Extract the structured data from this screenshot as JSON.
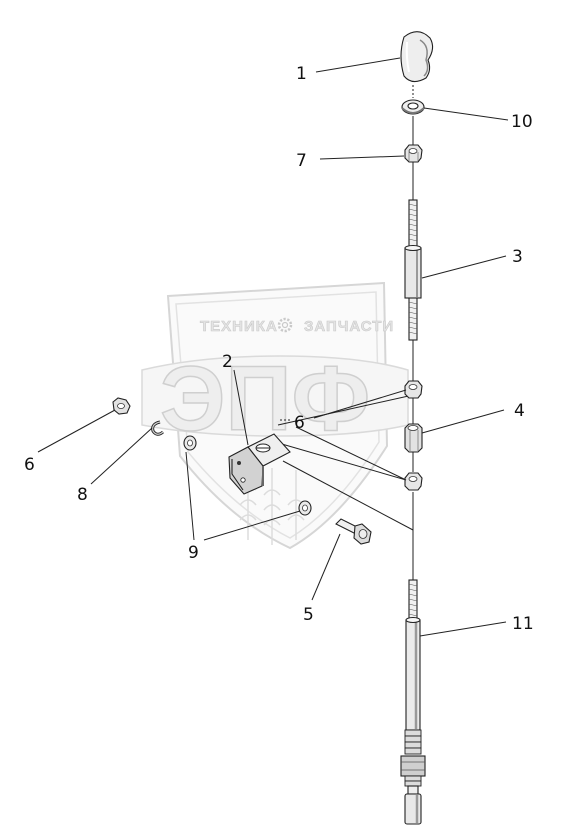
{
  "watermark": {
    "line1_left": "ТЕХНИКА",
    "line1_right": "ЗАПЧАСТИ",
    "logo_letters": "ЭПФ",
    "gear_icon": "gear-icon"
  },
  "callouts": {
    "c1": "1",
    "c10": "10",
    "c7": "7",
    "c3": "3",
    "c2": "2",
    "c6a": "6",
    "c6b": "6",
    "c4": "4",
    "c8": "8",
    "c9": "9",
    "c5": "5",
    "c11": "11"
  },
  "colors": {
    "line": "#222222",
    "part_fill": "#eeeeee",
    "part_shade": "#9a9a9a",
    "watermark_fill": "#eeeeee",
    "watermark_stroke": "#cfcfcf"
  }
}
